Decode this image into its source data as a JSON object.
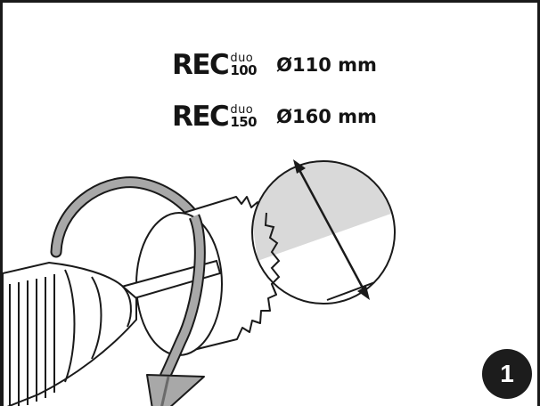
{
  "models": [
    {
      "brand": "REC",
      "sup": "duo",
      "sub": "100",
      "diameter": "Ø110 mm"
    },
    {
      "brand": "REC",
      "sup": "duo",
      "sub": "150",
      "diameter": "Ø160 mm"
    }
  ],
  "step": "1",
  "colors": {
    "ink": "#1a1a1a",
    "arrow_fill": "#a8a8a8",
    "arrow_dark": "#6a6a6a",
    "detail_shade": "#d9d9d9"
  },
  "icons": [
    "drill-chuck-icon",
    "hole-saw-icon",
    "rotation-arrow-icon",
    "diameter-arrow-icon"
  ]
}
